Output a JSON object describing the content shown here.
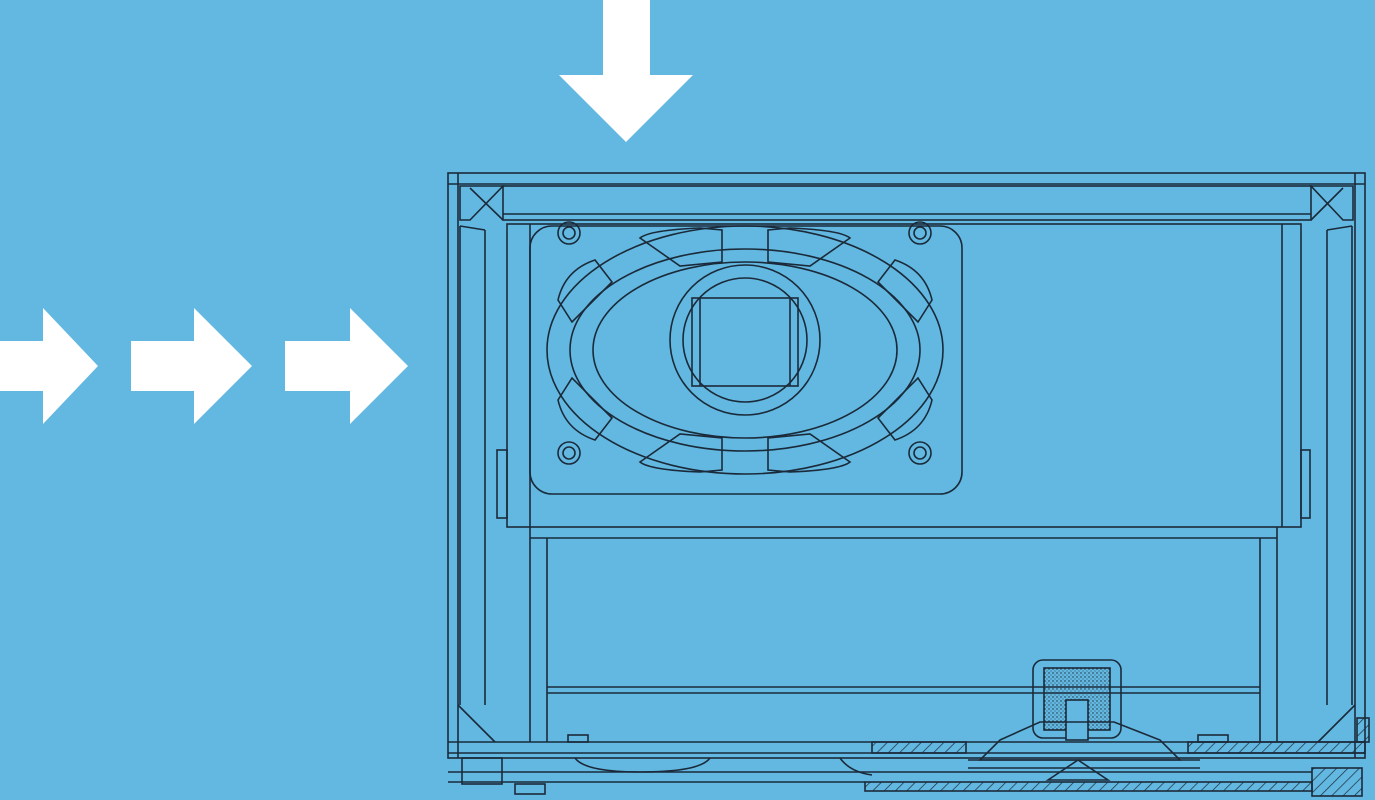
{
  "colors": {
    "background": "#62b8e0",
    "line": "#1b2a3a",
    "arrow": "#ffffff"
  },
  "diagram": {
    "arrows": [
      {
        "name": "arrow-down-icon",
        "direction": "down"
      },
      {
        "name": "arrow-right-icon",
        "direction": "right"
      },
      {
        "name": "arrow-right-icon",
        "direction": "right"
      },
      {
        "name": "arrow-right-icon",
        "direction": "right"
      }
    ],
    "components": [
      "cabinet",
      "loudspeaker",
      "speaker-mount-panel",
      "lower-compartment",
      "shock-mount-foot",
      "base-plate"
    ]
  }
}
